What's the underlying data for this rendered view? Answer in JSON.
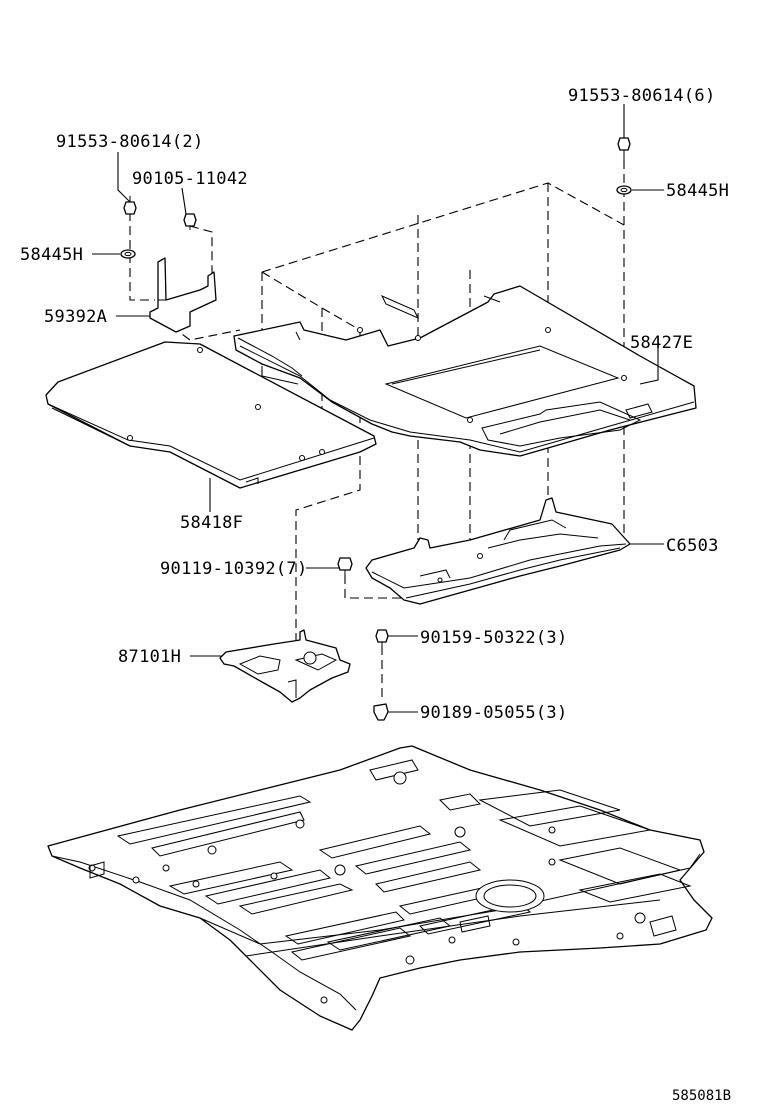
{
  "diagram": {
    "labels": {
      "p91553_6": "91553-80614(6)",
      "p58445h_r": "58445H",
      "p91553_2": "91553-80614(2)",
      "p90105": "90105-11042",
      "p58445h_l": "58445H",
      "p59392a": "59392A",
      "p58427e": "58427E",
      "p58418f": "58418F",
      "pc6503": "C6503",
      "p90119": "90119-10392(7)",
      "p90159": "90159-50322(3)",
      "p87101h": "87101H",
      "p90189": "90189-05055(3)"
    },
    "footer_code": "585081B"
  }
}
